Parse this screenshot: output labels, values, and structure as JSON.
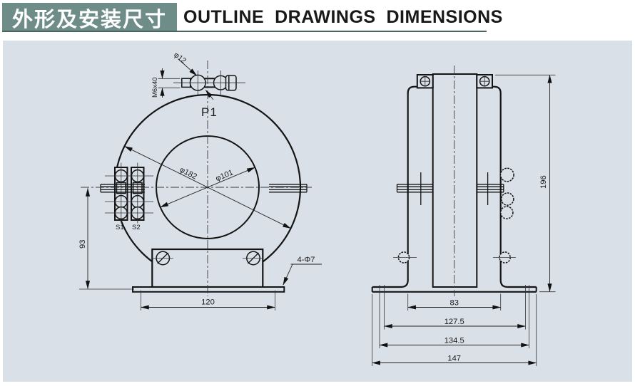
{
  "header": {
    "title_cn": "外形及安装尺寸",
    "title_en": "OUTLINE  DRAWINGS  DIMENSIONS"
  },
  "front_view": {
    "labels": {
      "bolt_dia": "φ12",
      "bolt_spec": "M6x40",
      "primary_terminal": "P1",
      "outer_dia": "φ182",
      "inner_dia": "φ101",
      "sec_terminal_1": "S1",
      "sec_terminal_2": "S2",
      "height_93": "93",
      "hole_span_120": "120",
      "mounting_holes": "4-Φ7"
    }
  },
  "side_view": {
    "labels": {
      "height_196": "196",
      "width_83": "83",
      "width_127_5": "127.5",
      "width_134_5": "134.5",
      "width_147": "147"
    }
  },
  "colors": {
    "accent": "#6f8d88",
    "underline": "#4a6662",
    "panel_bg": "#d9e0e7",
    "line": "#141414"
  }
}
